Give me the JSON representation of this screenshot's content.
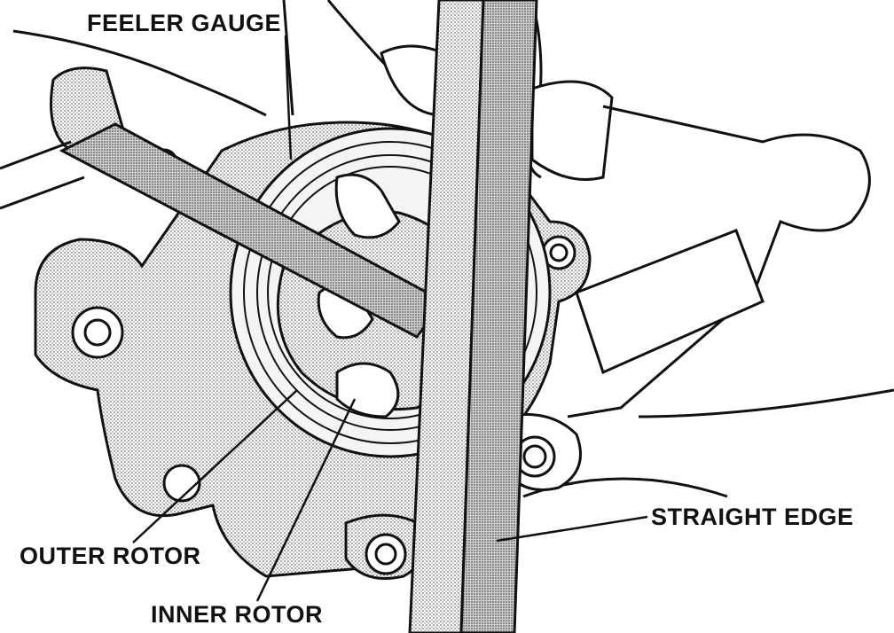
{
  "labels": {
    "feeler_gauge": "FEELER GAUGE",
    "straight_edge": "STRAIGHT EDGE",
    "outer_rotor": "OUTER ROTOR",
    "inner_rotor": "INNER ROTOR"
  },
  "colors": {
    "ink": "#111111",
    "shade": "#8a8a8a",
    "paper": "#ffffff"
  }
}
